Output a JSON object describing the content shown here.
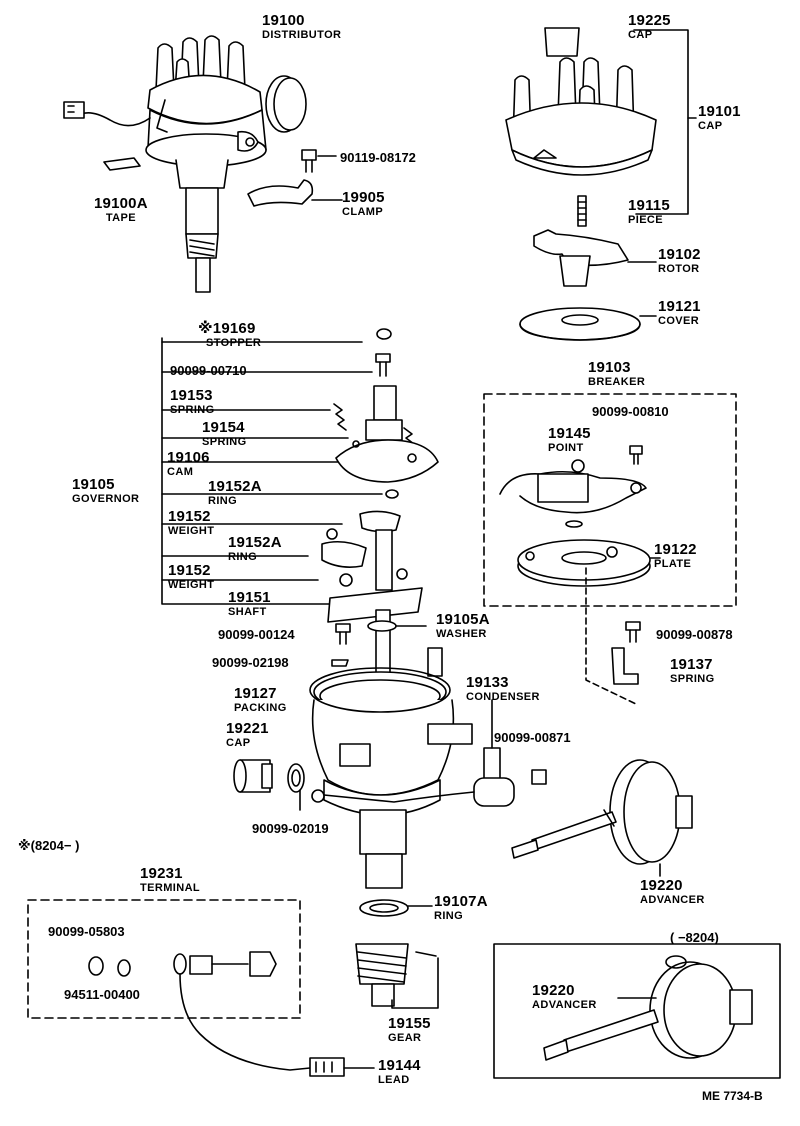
{
  "parts": {
    "p19100": {
      "number": "19100",
      "name": "DISTRIBUTOR"
    },
    "p19100A": {
      "number": "19100A",
      "name": "TAPE"
    },
    "p90119_08172": {
      "number": "90119-08172"
    },
    "p19905": {
      "number": "19905",
      "name": "CLAMP"
    },
    "p19225": {
      "number": "19225",
      "name": "CAP"
    },
    "p19101": {
      "number": "19101",
      "name": "CAP"
    },
    "p19115": {
      "number": "19115",
      "name": "PIECE"
    },
    "p19102": {
      "number": "19102",
      "name": "ROTOR"
    },
    "p19121": {
      "number": "19121",
      "name": "COVER"
    },
    "p19169": {
      "number": "※19169",
      "name": "STOPPER"
    },
    "p90099_00710": {
      "number": "90099-00710"
    },
    "p19153": {
      "number": "19153",
      "name": "SPRING"
    },
    "p19154": {
      "number": "19154",
      "name": "SPRING"
    },
    "p19106": {
      "number": "19106",
      "name": "CAM"
    },
    "p19105": {
      "number": "19105",
      "name": "GOVERNOR"
    },
    "p19152A_1": {
      "number": "19152A",
      "name": "RING"
    },
    "p19152_1": {
      "number": "19152",
      "name": "WEIGHT"
    },
    "p19152A_2": {
      "number": "19152A",
      "name": "RING"
    },
    "p19152_2": {
      "number": "19152",
      "name": "WEIGHT"
    },
    "p19151": {
      "number": "19151",
      "name": "SHAFT"
    },
    "p19103": {
      "number": "19103",
      "name": "BREAKER"
    },
    "p90099_00810": {
      "number": "90099-00810"
    },
    "p19145": {
      "number": "19145",
      "name": "POINT"
    },
    "p19122": {
      "number": "19122",
      "name": "PLATE"
    },
    "p90099_00124": {
      "number": "90099-00124"
    },
    "p19105A": {
      "number": "19105A",
      "name": "WASHER"
    },
    "p90099_00878": {
      "number": "90099-00878"
    },
    "p90099_02198": {
      "number": "90099-02198"
    },
    "p19137": {
      "number": "19137",
      "name": "SPRING"
    },
    "p19133": {
      "number": "19133",
      "name": "CONDENSER"
    },
    "p19127": {
      "number": "19127",
      "name": "PACKING"
    },
    "p90099_00871": {
      "number": "90099-00871"
    },
    "p19221": {
      "number": "19221",
      "name": "CAP"
    },
    "p90099_02019": {
      "number": "90099-02019"
    },
    "p19220_1": {
      "number": "19220",
      "name": "ADVANCER"
    },
    "p19231": {
      "number": "19231",
      "name": "TERMINAL"
    },
    "p19107A": {
      "number": "19107A",
      "name": "RING"
    },
    "p90099_05803": {
      "number": "90099-05803"
    },
    "p94511_00400": {
      "number": "94511-00400"
    },
    "p19155": {
      "number": "19155",
      "name": "GEAR"
    },
    "p19220_2": {
      "number": "19220",
      "name": "ADVANCER"
    },
    "p19144": {
      "number": "19144",
      "name": "LEAD"
    }
  },
  "notes": {
    "production_from": "※(8204−       )",
    "production_to": "(       −8204)"
  },
  "footer": {
    "figure_code": "ME 7734-B"
  }
}
